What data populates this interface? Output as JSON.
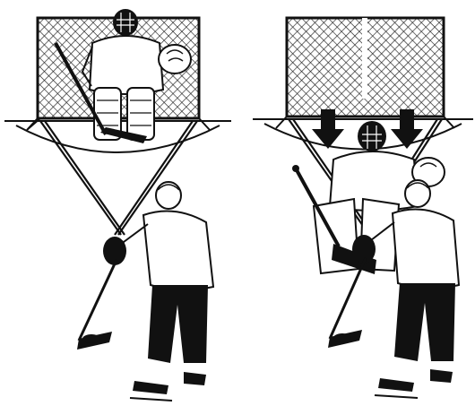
{
  "illustration": {
    "colors": {
      "ink": "#111111",
      "paper": "#ffffff",
      "net": "#222222"
    },
    "panels": [
      {
        "id": "left",
        "description_icon": "goalie-centered-in-net"
      },
      {
        "id": "right",
        "description_icon": "goalie-challenging-shooter"
      }
    ],
    "arrows": {
      "icon": "down-arrow-icon",
      "count": 2
    }
  }
}
